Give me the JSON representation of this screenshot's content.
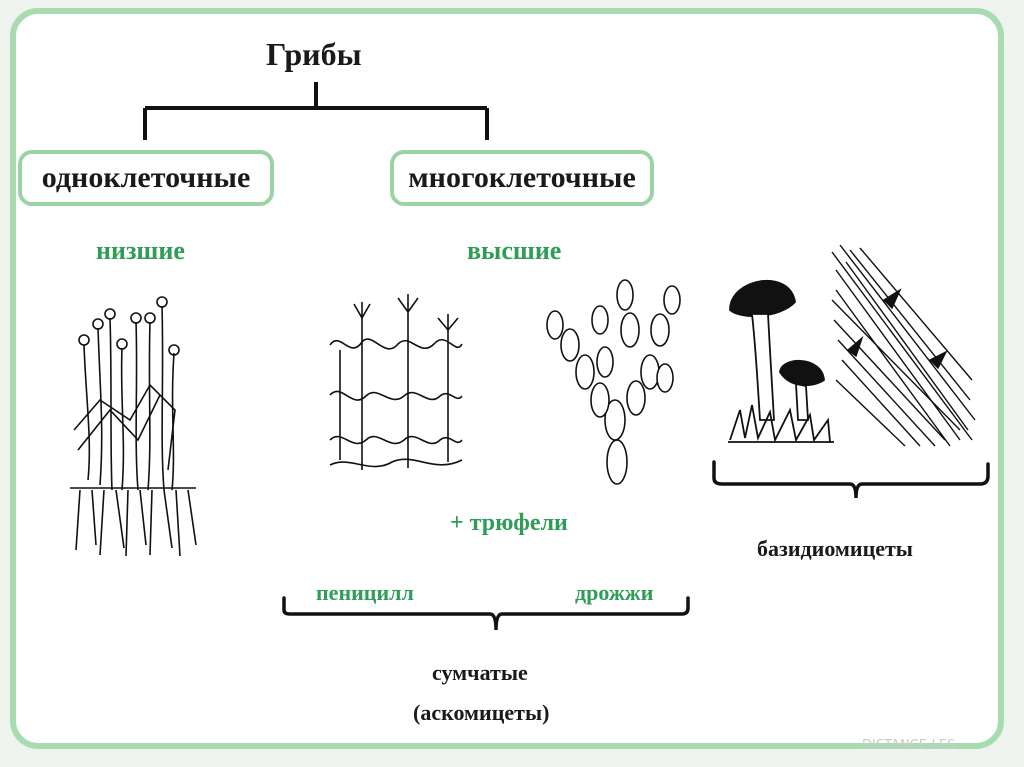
{
  "title": "Грибы",
  "categories": {
    "unicellular": "одноклеточные",
    "multicellular": "многоклеточные"
  },
  "groups": {
    "lower": "низшие",
    "higher": "высшие"
  },
  "labels": {
    "truffles": "+ трюфели",
    "penicillium": "пеницилл",
    "yeast": "дрожжи",
    "ascomycetes_line1": "сумчатые",
    "ascomycetes_line2": "(аскомицеты)",
    "basidiomycetes": "базидиомицеты"
  },
  "watermark": "DISTANCE-LES",
  "colors": {
    "frame": "#a8dcb0",
    "box_border": "#9ad3a4",
    "accent_green": "#2f9c58"
  }
}
